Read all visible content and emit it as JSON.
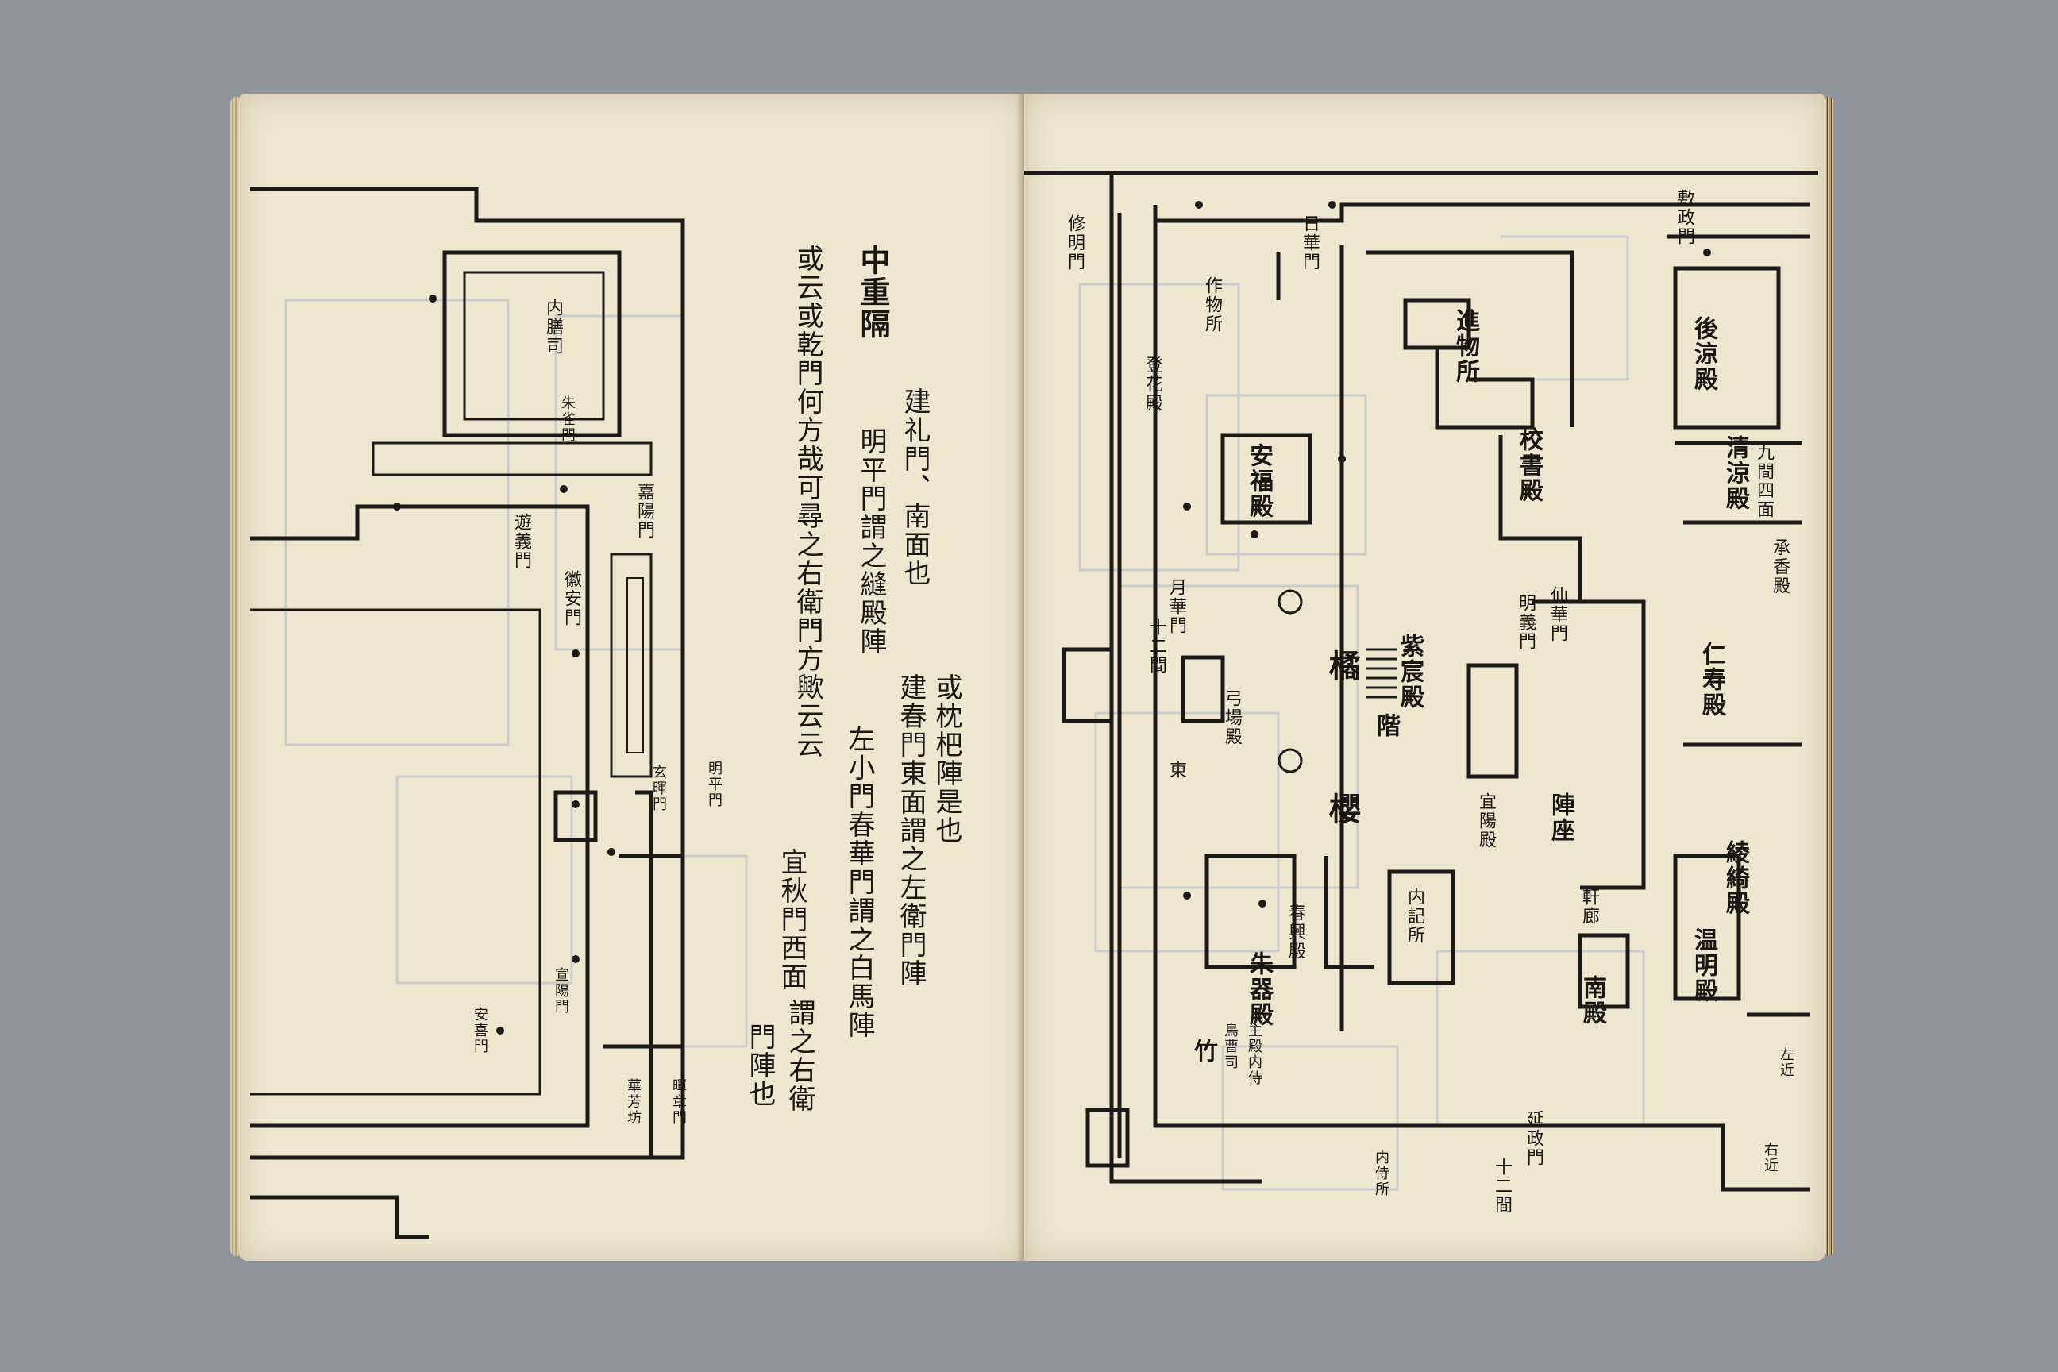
{
  "left_page": {
    "text_columns": [
      "中重隔",
      "建礼門、南面也",
      "明平門謂之縫殿陣",
      "建春門東面謂之左衛門陣",
      "或云或乾門何方哉可尋之右衛門方歟云云",
      "或枕杷陣是也",
      "左小門春華門謂之白馬陣",
      "宜秋門西面",
      "門陣也",
      "謂之右衛"
    ],
    "plan_labels": [
      "内膳司",
      "朱雀門",
      "遊義門",
      "嘉陽門",
      "徽安門",
      "明平門",
      "玄暉門",
      "宣陽門",
      "安喜門",
      "華芳坊",
      "暉章門"
    ]
  },
  "right_page": {
    "plan_labels": [
      "修明門",
      "日華門",
      "作物所",
      "敷政門",
      "後涼殿",
      "清涼殿",
      "九間四面",
      "承香殿",
      "仁寿殿",
      "紫宸殿",
      "宜陽殿",
      "春興殿",
      "陣座",
      "内侍所",
      "進物所",
      "安福殿",
      "校書殿",
      "月華門",
      "明義門",
      "仙華門",
      "綾綺殿",
      "温明殿",
      "登花殿",
      "弓場殿",
      "南殿",
      "主殿内侍",
      "鳥曹司",
      "延政門",
      "十二間",
      "竹",
      "橘",
      "櫻",
      "階",
      "軒廊",
      "左近",
      "右近",
      "十二間",
      "朱器殿",
      "内記所",
      "東"
    ]
  }
}
